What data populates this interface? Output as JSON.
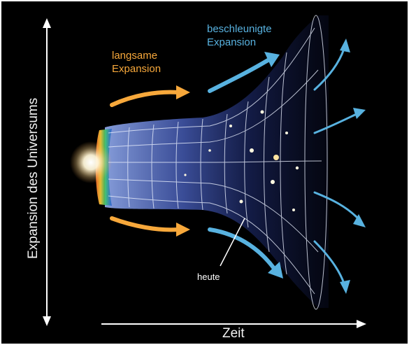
{
  "diagram": {
    "y_axis_label": "Expansion des Universums",
    "x_axis_label": "Zeit",
    "slow_expansion": {
      "line1": "langsame",
      "line2": "Expansion"
    },
    "accelerated_expansion": {
      "line1": "beschleunigte",
      "line2": "Expansion"
    },
    "today_label": "heute"
  },
  "colors": {
    "background": "#000000",
    "slow_arrow": "#f7a83b",
    "fast_arrow": "#58b2e0",
    "axis": "#ffffff",
    "grid": "#e8eefc"
  }
}
